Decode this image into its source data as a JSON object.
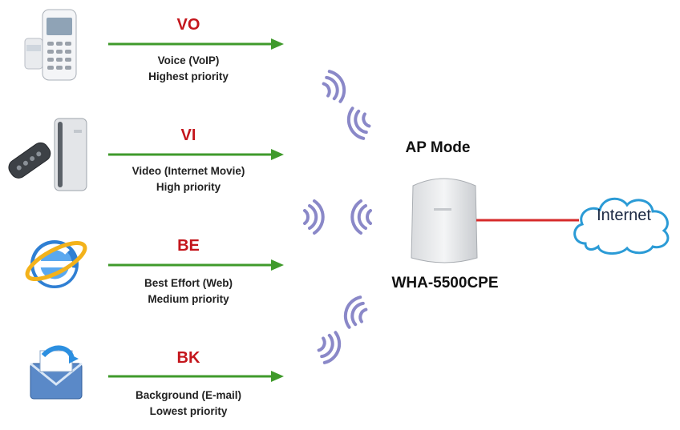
{
  "title": "",
  "flows": [
    {
      "category": "VO",
      "line1": "Voice (VoIP)",
      "line2": "Highest priority",
      "device_icon": "voip-phone-icon"
    },
    {
      "category": "VI",
      "line1": "Video (Internet Movie)",
      "line2": "High priority",
      "device_icon": "media-player-icon"
    },
    {
      "category": "BE",
      "line1": "Best Effort (Web)",
      "line2": "Medium priority",
      "device_icon": "web-browser-icon"
    },
    {
      "category": "BK",
      "line1": "Background (E-mail)",
      "line2": "Lowest priority",
      "device_icon": "email-icon"
    }
  ],
  "access_point": {
    "mode": "AP Mode",
    "model": "WHA-5500CPE",
    "icon": "access-point-icon"
  },
  "internet": {
    "label": "Internet",
    "icon": "cloud-icon"
  },
  "colors": {
    "arrow": "#3f9a2b",
    "category_text": "#c4161c",
    "wire": "#d62b2b",
    "wave": "#8a88c8",
    "cloud": "#2b9bd6"
  }
}
